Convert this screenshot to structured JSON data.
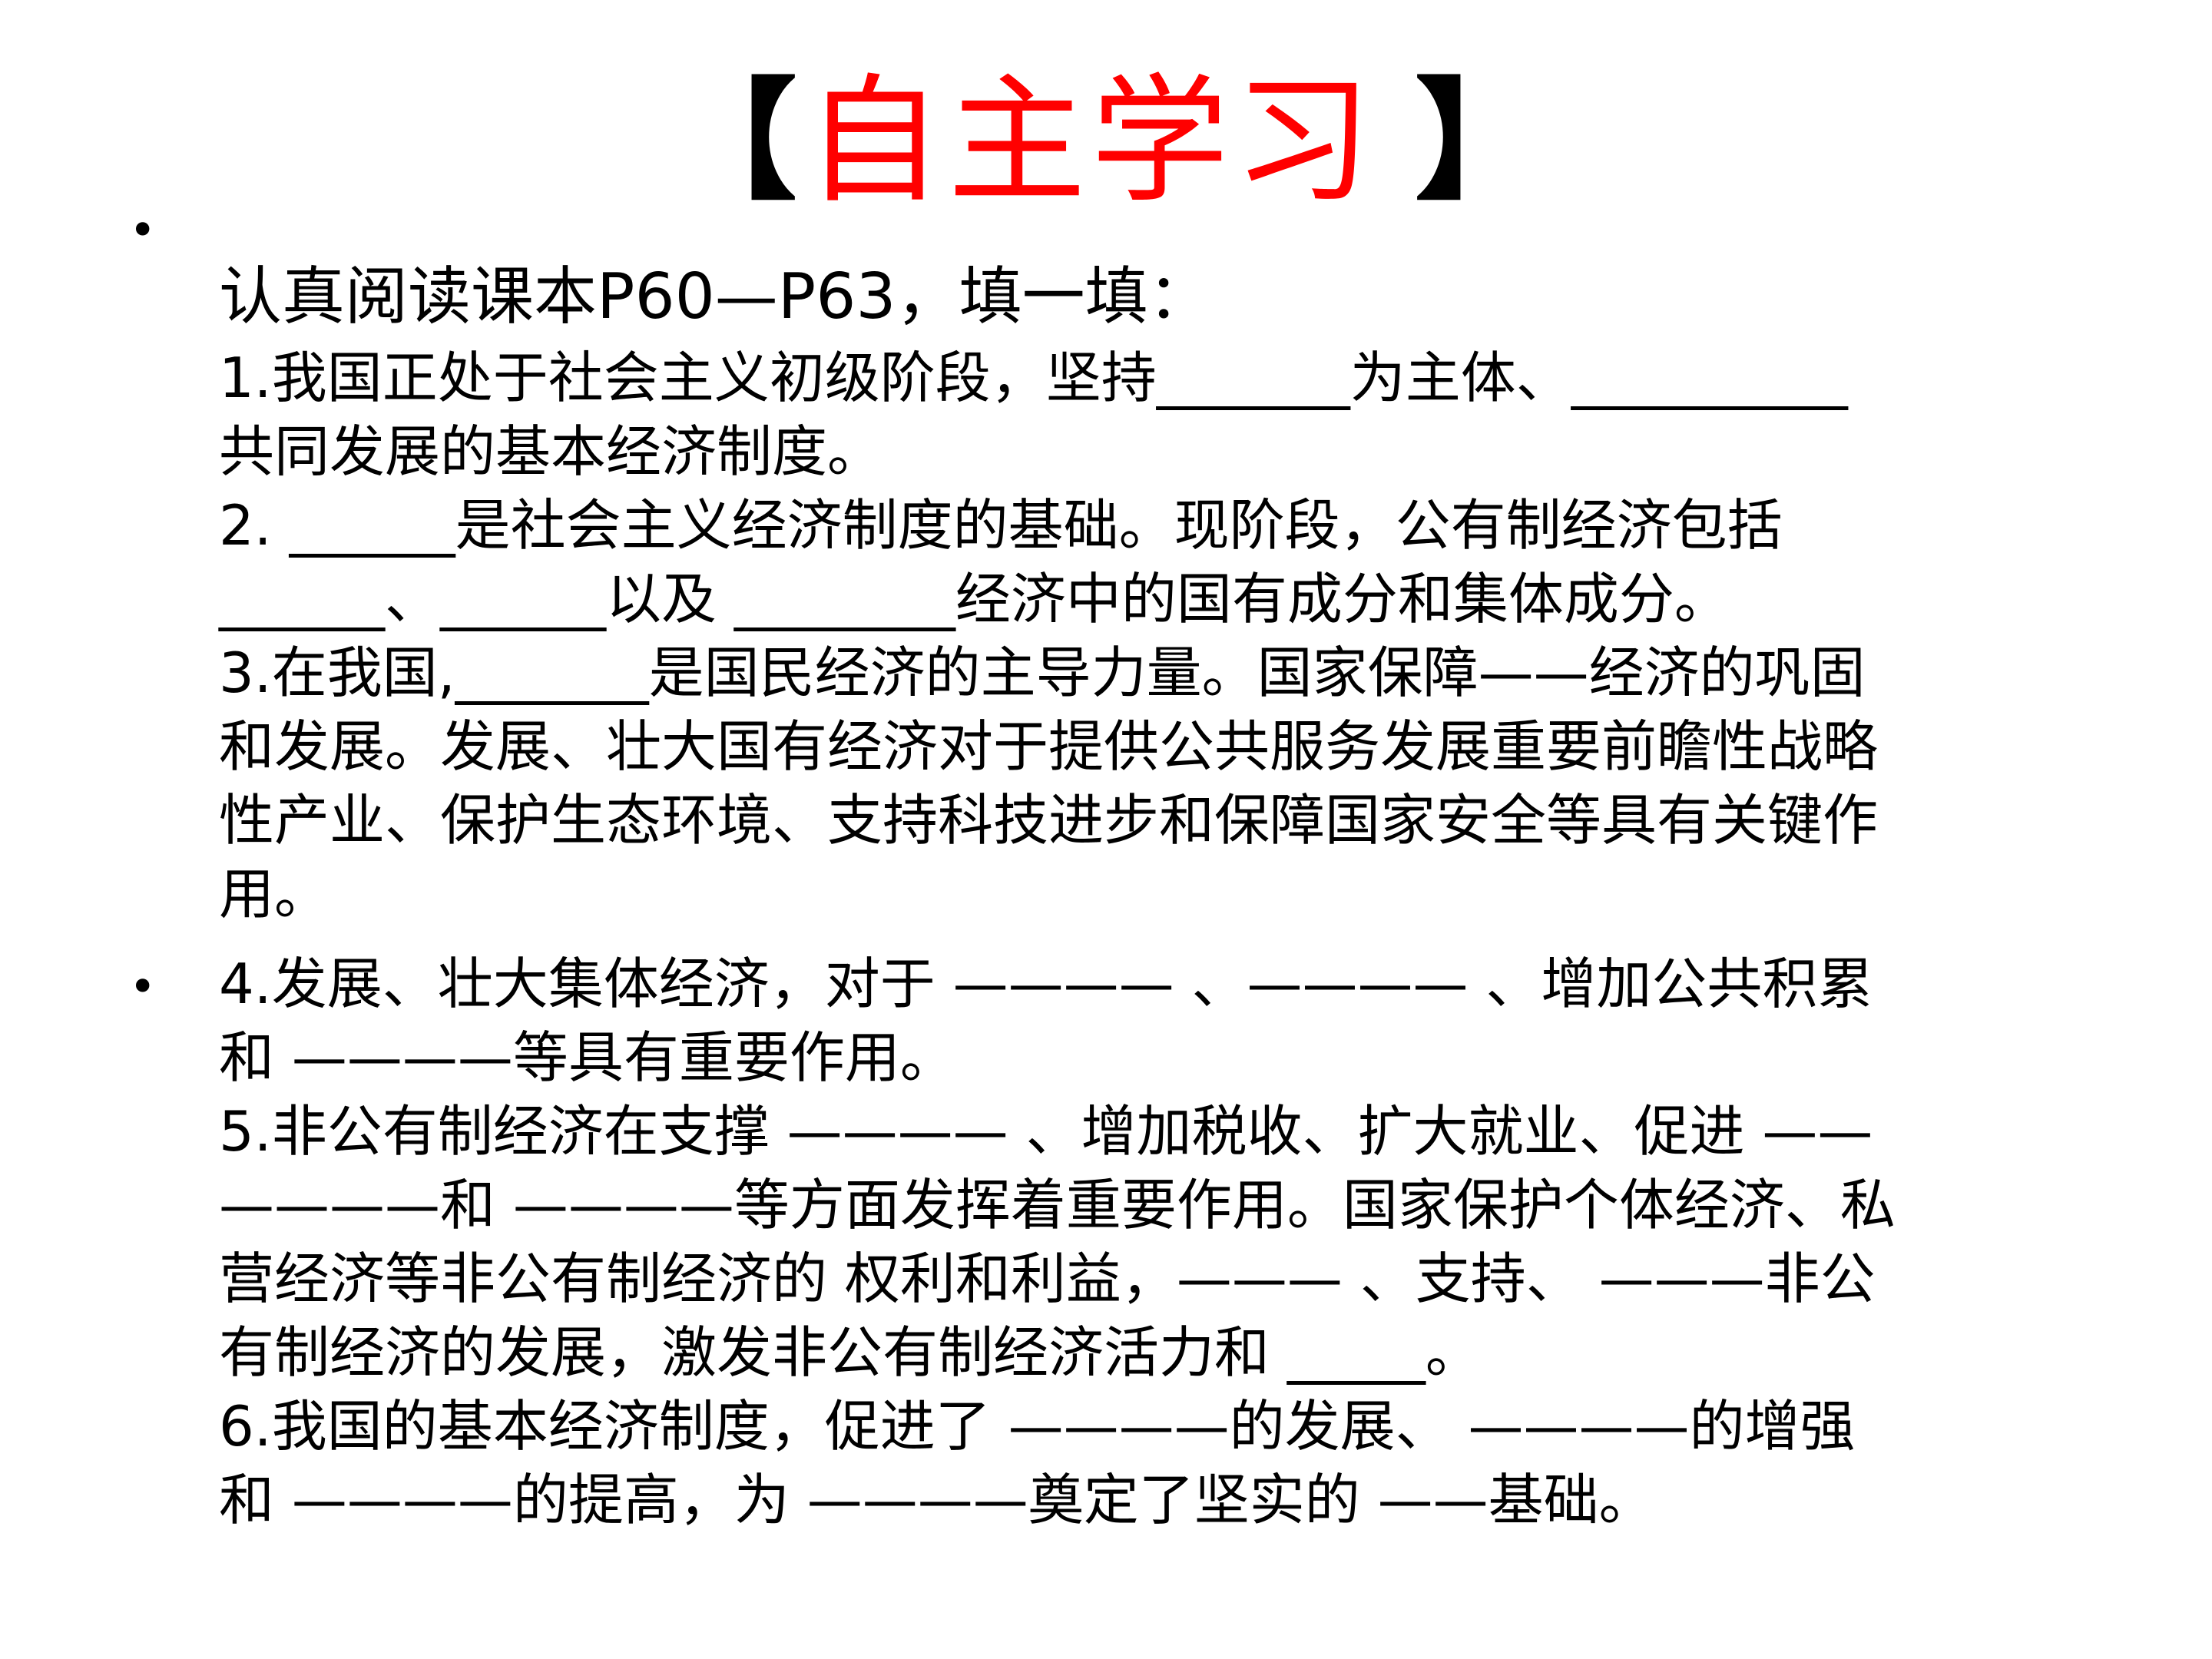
{
  "title": {
    "bracket_open": "【",
    "text": "自主学习",
    "bracket_close": "】"
  },
  "section1": {
    "bullet": "•",
    "lines": [
      "认真阅读课本P60—P63，填一填：",
      "1.我国正处于社会主义初级阶段，坚持_______为主体、__________",
      "共同发展的基本经济制度。",
      "2. ______是社会主义经济制度的基础。现阶段，公有制经济包括",
      " ______、______以及 ________经济中的国有成分和集体成分。",
      "3.在我国,_______是国民经济的主导力量。国家保障——经济的巩固",
      "和发展。发展、壮大国有经济对于提供公共服务发展重要前瞻性战略",
      "性产业、保护生态环境、支持科技进步和保障国家安全等具有关键作",
      "用。"
    ]
  },
  "section2": {
    "bullet": "•",
    "lines": [
      "4.发展、壮大集体经济，对于 ———— 、———— 、增加公共积累",
      "和  ————等具有重要作用。",
      "5.非公有制经济在支撑 ———— 、增加税收、扩大就业、促进 ——",
      "————和 ————等方面发挥着重要作用。国家保护个体经济、私",
      "营经济等非公有制经济的 权利和利益，——— 、支持、 ———非公",
      "有制经济的发展，激发非公有制经济活力和 _____。",
      "6.我国的基本经济制度，促进了 ————的发展、 ————的增强",
      "和 ————的提高，为 ————奠定了坚实的 ——基础。"
    ]
  }
}
